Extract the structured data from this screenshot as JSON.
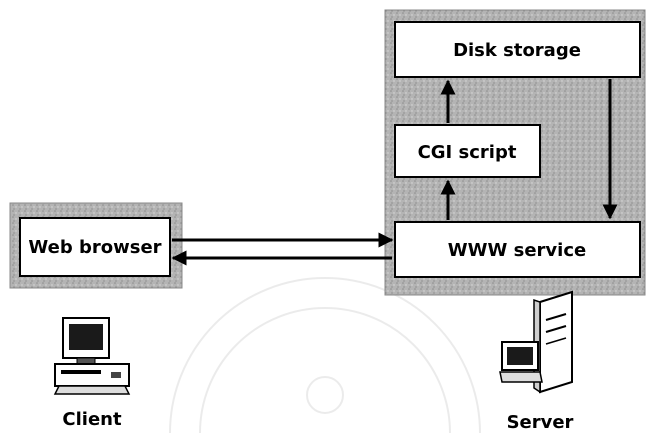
{
  "diagram": {
    "nodes": {
      "disk_storage": "Disk storage",
      "cgi_script": "CGI script",
      "www_service": "WWW service",
      "web_browser": "Web browser"
    },
    "captions": {
      "client": "Client",
      "server": "Server"
    },
    "icons": {
      "client": "computer-icon",
      "server": "server-tower-icon"
    },
    "colors": {
      "background": "#ffffff",
      "panel_fill": "#b8b8b8",
      "box_fill": "#ffffff",
      "line": "#000000"
    }
  }
}
